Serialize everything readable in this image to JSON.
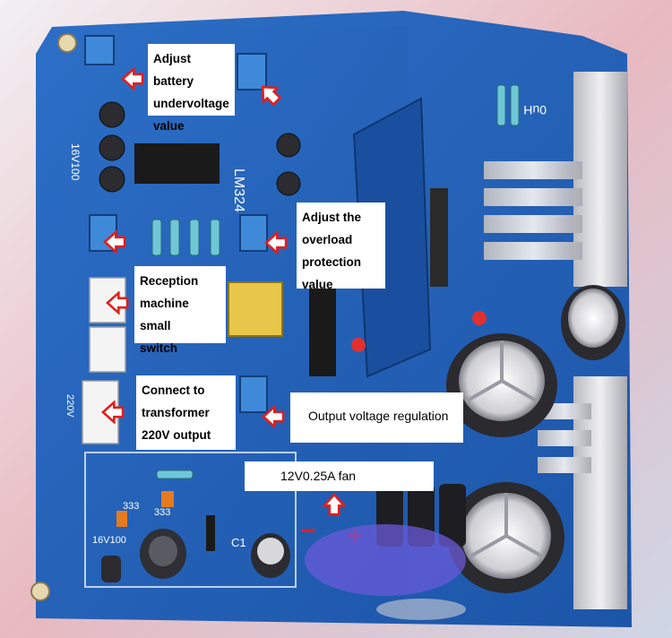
{
  "labels": {
    "battery": [
      "Adjust battery",
      "undervoltage",
      "value"
    ],
    "overload": [
      "Adjust the",
      "overload",
      "protection",
      "value"
    ],
    "reception": [
      "Reception",
      "machine small",
      "switch"
    ],
    "transformer": [
      "Connect to",
      "transformer",
      "220V output"
    ],
    "output_voltage": "Output voltage regulation",
    "fan": "12V0.25A fan"
  },
  "board_text": {
    "chip": "LM324",
    "silk_left": "16V100",
    "silk_right": "0uH",
    "terminal_220": "220V",
    "cap_333a": "333",
    "cap_333b": "333",
    "cap_bottom": "16V100",
    "c1": "C1",
    "minus": "−",
    "plus": "+"
  },
  "colors": {
    "pcb_blue": "#1f5fb4",
    "arrow_red": "#e0201e",
    "heatsink": "#d8d8dc"
  }
}
